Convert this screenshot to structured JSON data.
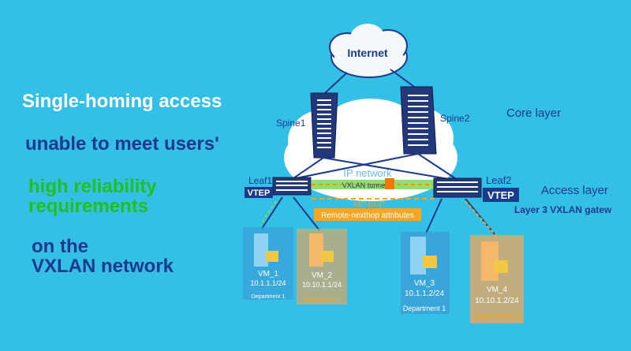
{
  "left_text": {
    "line1": "Single-homing access",
    "line2": "unable to meet users'",
    "line3a": "high reliability",
    "line3b": "requirements",
    "line4a": "on the",
    "line4b": "VXLAN network"
  },
  "diagram": {
    "internet": "Internet",
    "spine1": "Spine1",
    "spine2": "Spine2",
    "core_layer": "Core layer",
    "ip_network": "IP network",
    "leaf1": "Leaf1",
    "leaf2": "Leaf2",
    "vtep_left": "VTEP",
    "vtep_right": "VTEP",
    "vxlan_tunnel": "VXLAN tunnel",
    "mp_bgp": "MP-BGP",
    "remote_nexthop": "Remote-nexthop attributes",
    "access_layer": "Access layer",
    "l3_gateway": "Layer 3 VXLAN gatew",
    "vms": [
      {
        "name": "VM_1",
        "ip": "10.1.1.1/24",
        "dept": "Department 1"
      },
      {
        "name": "VM_2",
        "ip": "10.10.1.1/24",
        "dept": "Department 2"
      },
      {
        "name": "VM_3",
        "ip": "10.1.1.2/24",
        "dept": "Department 1"
      },
      {
        "name": "VM_4",
        "ip": "10.10.1.2/24",
        "dept": "Department 2"
      }
    ]
  },
  "colors": {
    "background": "#33bfe6",
    "dark_blue": "#1c3a8c",
    "green": "#20c020",
    "orange": "#f5a623",
    "dept1_panel": "#3aa0d8",
    "dept2_panel": "#d9a86a"
  }
}
